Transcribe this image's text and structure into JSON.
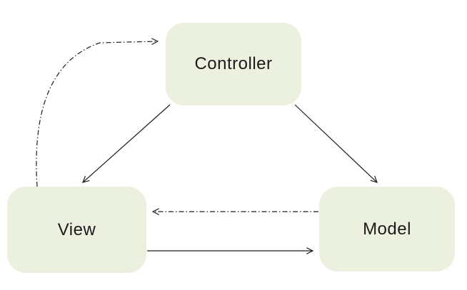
{
  "diagram": {
    "type": "flow-diagram",
    "nodes": [
      {
        "id": "controller",
        "label": "Controller"
      },
      {
        "id": "view",
        "label": "View"
      },
      {
        "id": "model",
        "label": "Model"
      }
    ],
    "edges": [
      {
        "from": "view",
        "to": "controller",
        "line_style": "dash-dot",
        "shape": "curved",
        "arrowhead": "open"
      },
      {
        "from": "controller",
        "to": "view",
        "line_style": "solid",
        "shape": "straight",
        "arrowhead": "open"
      },
      {
        "from": "controller",
        "to": "model",
        "line_style": "solid",
        "shape": "straight",
        "arrowhead": "open"
      },
      {
        "from": "model",
        "to": "view",
        "line_style": "dash-dot",
        "shape": "horizontal",
        "arrowhead": "open"
      },
      {
        "from": "view",
        "to": "model",
        "line_style": "solid",
        "shape": "horizontal",
        "arrowhead": "open"
      }
    ],
    "colors": {
      "node_fill": "#ebf1de",
      "line": "#1f1f1f",
      "text": "#1b1b1b",
      "background": "#ffffff"
    }
  }
}
